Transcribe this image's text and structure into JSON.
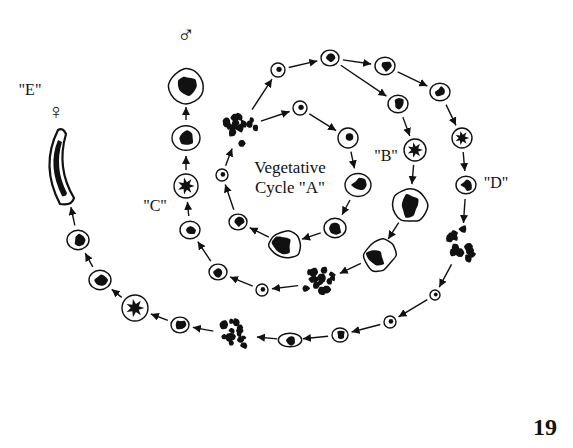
{
  "diagram": {
    "labels": [
      "♂",
      "\"E\"",
      "♀",
      "\"C\"",
      "Vegetative Cycle \"A\"",
      "\"B\"",
      "\"D\"",
      "19"
    ]
  }
}
